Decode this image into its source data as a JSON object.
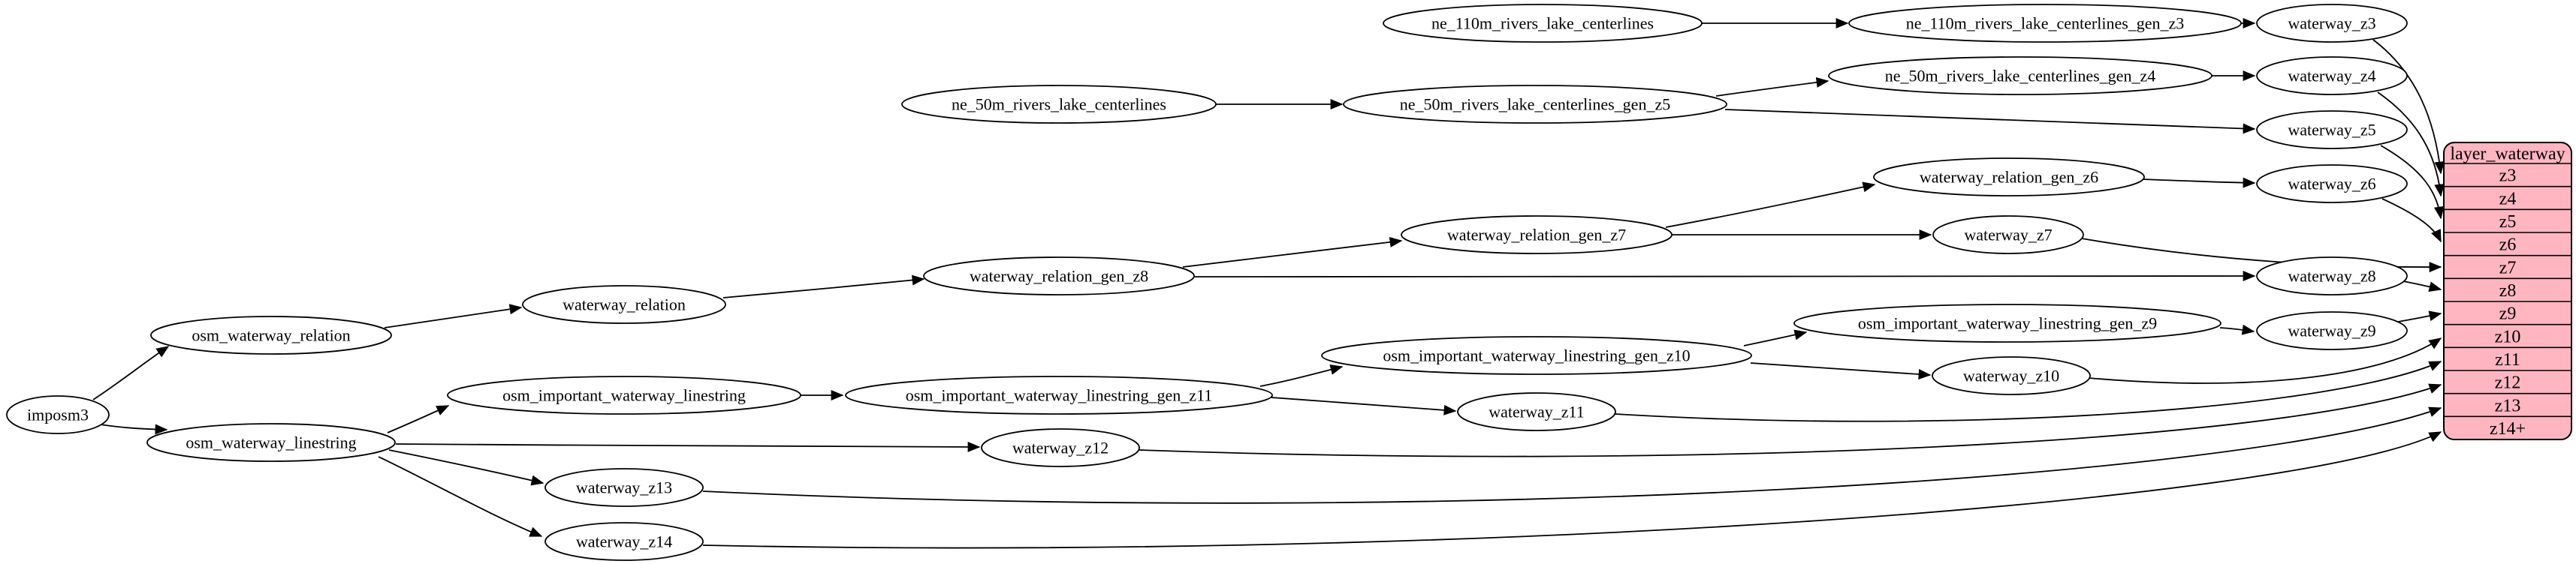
{
  "diagram": {
    "background_color": "#ffffff",
    "edge_color": "#000000",
    "node_style": {
      "fill": "#ffffff",
      "stroke": "#000000",
      "text_color": "#000000"
    },
    "nodes": {
      "imposm3": {
        "label": "imposm3"
      },
      "osm_waterway_relation": {
        "label": "osm_waterway_relation"
      },
      "osm_waterway_linestring": {
        "label": "osm_waterway_linestring"
      },
      "waterway_relation": {
        "label": "waterway_relation"
      },
      "waterway_relation_gen_z8": {
        "label": "waterway_relation_gen_z8"
      },
      "waterway_relation_gen_z7": {
        "label": "waterway_relation_gen_z7"
      },
      "waterway_relation_gen_z6": {
        "label": "waterway_relation_gen_z6"
      },
      "ne_110m_rivers_lake_centerlines": {
        "label": "ne_110m_rivers_lake_centerlines"
      },
      "ne_110m_rivers_lake_centerlines_gen_z3": {
        "label": "ne_110m_rivers_lake_centerlines_gen_z3"
      },
      "ne_50m_rivers_lake_centerlines": {
        "label": "ne_50m_rivers_lake_centerlines"
      },
      "ne_50m_rivers_lake_centerlines_gen_z5": {
        "label": "ne_50m_rivers_lake_centerlines_gen_z5"
      },
      "ne_50m_rivers_lake_centerlines_gen_z4": {
        "label": "ne_50m_rivers_lake_centerlines_gen_z4"
      },
      "osm_important_waterway_linestring": {
        "label": "osm_important_waterway_linestring"
      },
      "osm_important_waterway_linestring_gen_z11": {
        "label": "osm_important_waterway_linestring_gen_z11"
      },
      "osm_important_waterway_linestring_gen_z10": {
        "label": "osm_important_waterway_linestring_gen_z10"
      },
      "osm_important_waterway_linestring_gen_z9": {
        "label": "osm_important_waterway_linestring_gen_z9"
      },
      "waterway_z3": {
        "label": "waterway_z3"
      },
      "waterway_z4": {
        "label": "waterway_z4"
      },
      "waterway_z5": {
        "label": "waterway_z5"
      },
      "waterway_z6": {
        "label": "waterway_z6"
      },
      "waterway_z7": {
        "label": "waterway_z7"
      },
      "waterway_z8": {
        "label": "waterway_z8"
      },
      "waterway_z9": {
        "label": "waterway_z9"
      },
      "waterway_z10": {
        "label": "waterway_z10"
      },
      "waterway_z11": {
        "label": "waterway_z11"
      },
      "waterway_z12": {
        "label": "waterway_z12"
      },
      "waterway_z13": {
        "label": "waterway_z13"
      },
      "waterway_z14": {
        "label": "waterway_z14"
      }
    },
    "record": {
      "title": "layer_waterway",
      "fill": "#ffb6c1",
      "stroke": "#000000",
      "rows": [
        "z3",
        "z4",
        "z5",
        "z6",
        "z7",
        "z8",
        "z9",
        "z10",
        "z11",
        "z12",
        "z13",
        "z14+"
      ]
    },
    "edges": [
      [
        "imposm3",
        "osm_waterway_relation"
      ],
      [
        "imposm3",
        "osm_waterway_linestring"
      ],
      [
        "osm_waterway_relation",
        "waterway_relation"
      ],
      [
        "waterway_relation",
        "waterway_relation_gen_z8"
      ],
      [
        "waterway_relation_gen_z8",
        "waterway_relation_gen_z7"
      ],
      [
        "waterway_relation_gen_z8",
        "waterway_z8"
      ],
      [
        "waterway_relation_gen_z7",
        "waterway_relation_gen_z6"
      ],
      [
        "waterway_relation_gen_z7",
        "waterway_z7"
      ],
      [
        "waterway_relation_gen_z6",
        "waterway_z6"
      ],
      [
        "ne_110m_rivers_lake_centerlines",
        "ne_110m_rivers_lake_centerlines_gen_z3"
      ],
      [
        "ne_110m_rivers_lake_centerlines_gen_z3",
        "waterway_z3"
      ],
      [
        "ne_50m_rivers_lake_centerlines",
        "ne_50m_rivers_lake_centerlines_gen_z5"
      ],
      [
        "ne_50m_rivers_lake_centerlines_gen_z5",
        "ne_50m_rivers_lake_centerlines_gen_z4"
      ],
      [
        "ne_50m_rivers_lake_centerlines_gen_z5",
        "waterway_z5"
      ],
      [
        "ne_50m_rivers_lake_centerlines_gen_z4",
        "waterway_z4"
      ],
      [
        "osm_waterway_linestring",
        "osm_important_waterway_linestring"
      ],
      [
        "osm_waterway_linestring",
        "waterway_z12"
      ],
      [
        "osm_waterway_linestring",
        "waterway_z13"
      ],
      [
        "osm_waterway_linestring",
        "waterway_z14"
      ],
      [
        "osm_important_waterway_linestring",
        "osm_important_waterway_linestring_gen_z11"
      ],
      [
        "osm_important_waterway_linestring_gen_z11",
        "osm_important_waterway_linestring_gen_z10"
      ],
      [
        "osm_important_waterway_linestring_gen_z11",
        "waterway_z11"
      ],
      [
        "osm_important_waterway_linestring_gen_z10",
        "osm_important_waterway_linestring_gen_z9"
      ],
      [
        "osm_important_waterway_linestring_gen_z10",
        "waterway_z10"
      ],
      [
        "osm_important_waterway_linestring_gen_z9",
        "waterway_z9"
      ],
      [
        "waterway_z3",
        "layer_waterway:z3"
      ],
      [
        "waterway_z4",
        "layer_waterway:z4"
      ],
      [
        "waterway_z5",
        "layer_waterway:z5"
      ],
      [
        "waterway_z6",
        "layer_waterway:z6"
      ],
      [
        "waterway_z7",
        "layer_waterway:z7"
      ],
      [
        "waterway_z8",
        "layer_waterway:z8"
      ],
      [
        "waterway_z9",
        "layer_waterway:z9"
      ],
      [
        "waterway_z10",
        "layer_waterway:z10"
      ],
      [
        "waterway_z11",
        "layer_waterway:z11"
      ],
      [
        "waterway_z12",
        "layer_waterway:z12"
      ],
      [
        "waterway_z13",
        "layer_waterway:z13"
      ],
      [
        "waterway_z14",
        "layer_waterway:z14+"
      ]
    ]
  }
}
